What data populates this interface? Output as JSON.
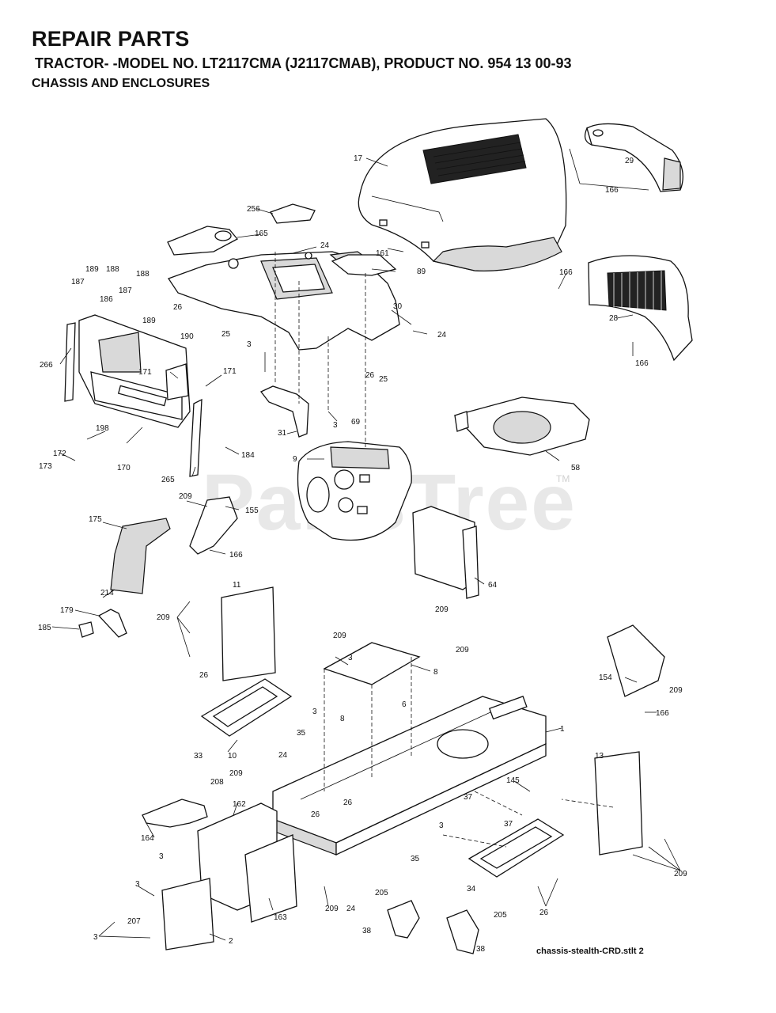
{
  "header": {
    "title": "REPAIR PARTS",
    "model_line": "TRACTOR- -MODEL NO. LT2117CMA (J2117CMAB), PRODUCT NO. 954 13 00-93",
    "section": "CHASSIS AND ENCLOSURES"
  },
  "watermark": {
    "text": "PartsTree",
    "tm": "TM"
  },
  "footer": {
    "file_ref": "chassis-stealth-CRD.stlt  2"
  },
  "callouts": {
    "c17": "17",
    "c29": "29",
    "c166a": "166",
    "c256": "256",
    "c165": "165",
    "c24a": "24",
    "c161": "161",
    "c89": "89",
    "c166b": "166",
    "c189a": "189",
    "c188a": "188",
    "c188b": "188",
    "c187a": "187",
    "c186": "186",
    "c187b": "187",
    "c189b": "189",
    "c26a": "26",
    "c25a": "25",
    "c30": "30",
    "c24b": "24",
    "c28": "28",
    "c166c": "166",
    "c190": "190",
    "c266": "266",
    "c171a": "171",
    "c171b": "171",
    "c3a": "3",
    "c26b": "26",
    "c25b": "25",
    "c69": "69",
    "c198": "198",
    "c172": "172",
    "c173": "173",
    "c170": "170",
    "c31": "31",
    "c3b": "3",
    "c9": "9",
    "c58": "58",
    "c184": "184",
    "c265": "265",
    "c209a": "209",
    "c155": "155",
    "c175": "175",
    "c166d": "166",
    "c64": "64",
    "c209b": "209",
    "c11": "11",
    "c214": "214",
    "c179": "179",
    "c185": "185",
    "c209c": "209",
    "c209d": "209",
    "c3c": "3",
    "c209e": "209",
    "c8a": "8",
    "c154": "154",
    "c209f": "209",
    "c166e": "166",
    "c6": "6",
    "c8b": "8",
    "c26c": "26",
    "c3d": "3",
    "c1": "1",
    "c35a": "35",
    "c33": "33",
    "c10": "10",
    "c24c": "24",
    "c13": "13",
    "c209g": "209",
    "c208": "208",
    "c145": "145",
    "c162": "162",
    "c26d": "26",
    "c26e": "26",
    "c37a": "37",
    "c164": "164",
    "c3e": "3",
    "c3f": "3",
    "c37b": "37",
    "c35b": "35",
    "c34": "34",
    "c209h": "209",
    "c3g": "3",
    "c207": "207",
    "c3h": "3",
    "c209i": "209",
    "c24d": "24",
    "c205a": "205",
    "c26f": "26",
    "c163": "163",
    "c2": "2",
    "c38a": "38",
    "c205b": "205",
    "c38b": "38"
  }
}
